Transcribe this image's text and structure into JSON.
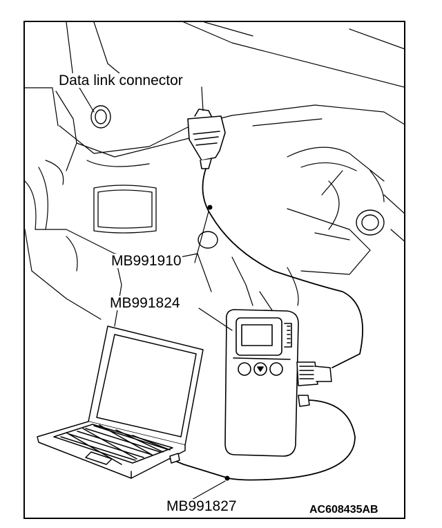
{
  "labels": {
    "data_link_connector": "Data link connector",
    "cable_main": "MB991910",
    "vci": "MB991824",
    "usb_cable": "MB991827"
  },
  "figure_code": "AC608435AB",
  "colors": {
    "line": "#000000",
    "background": "#ffffff"
  }
}
